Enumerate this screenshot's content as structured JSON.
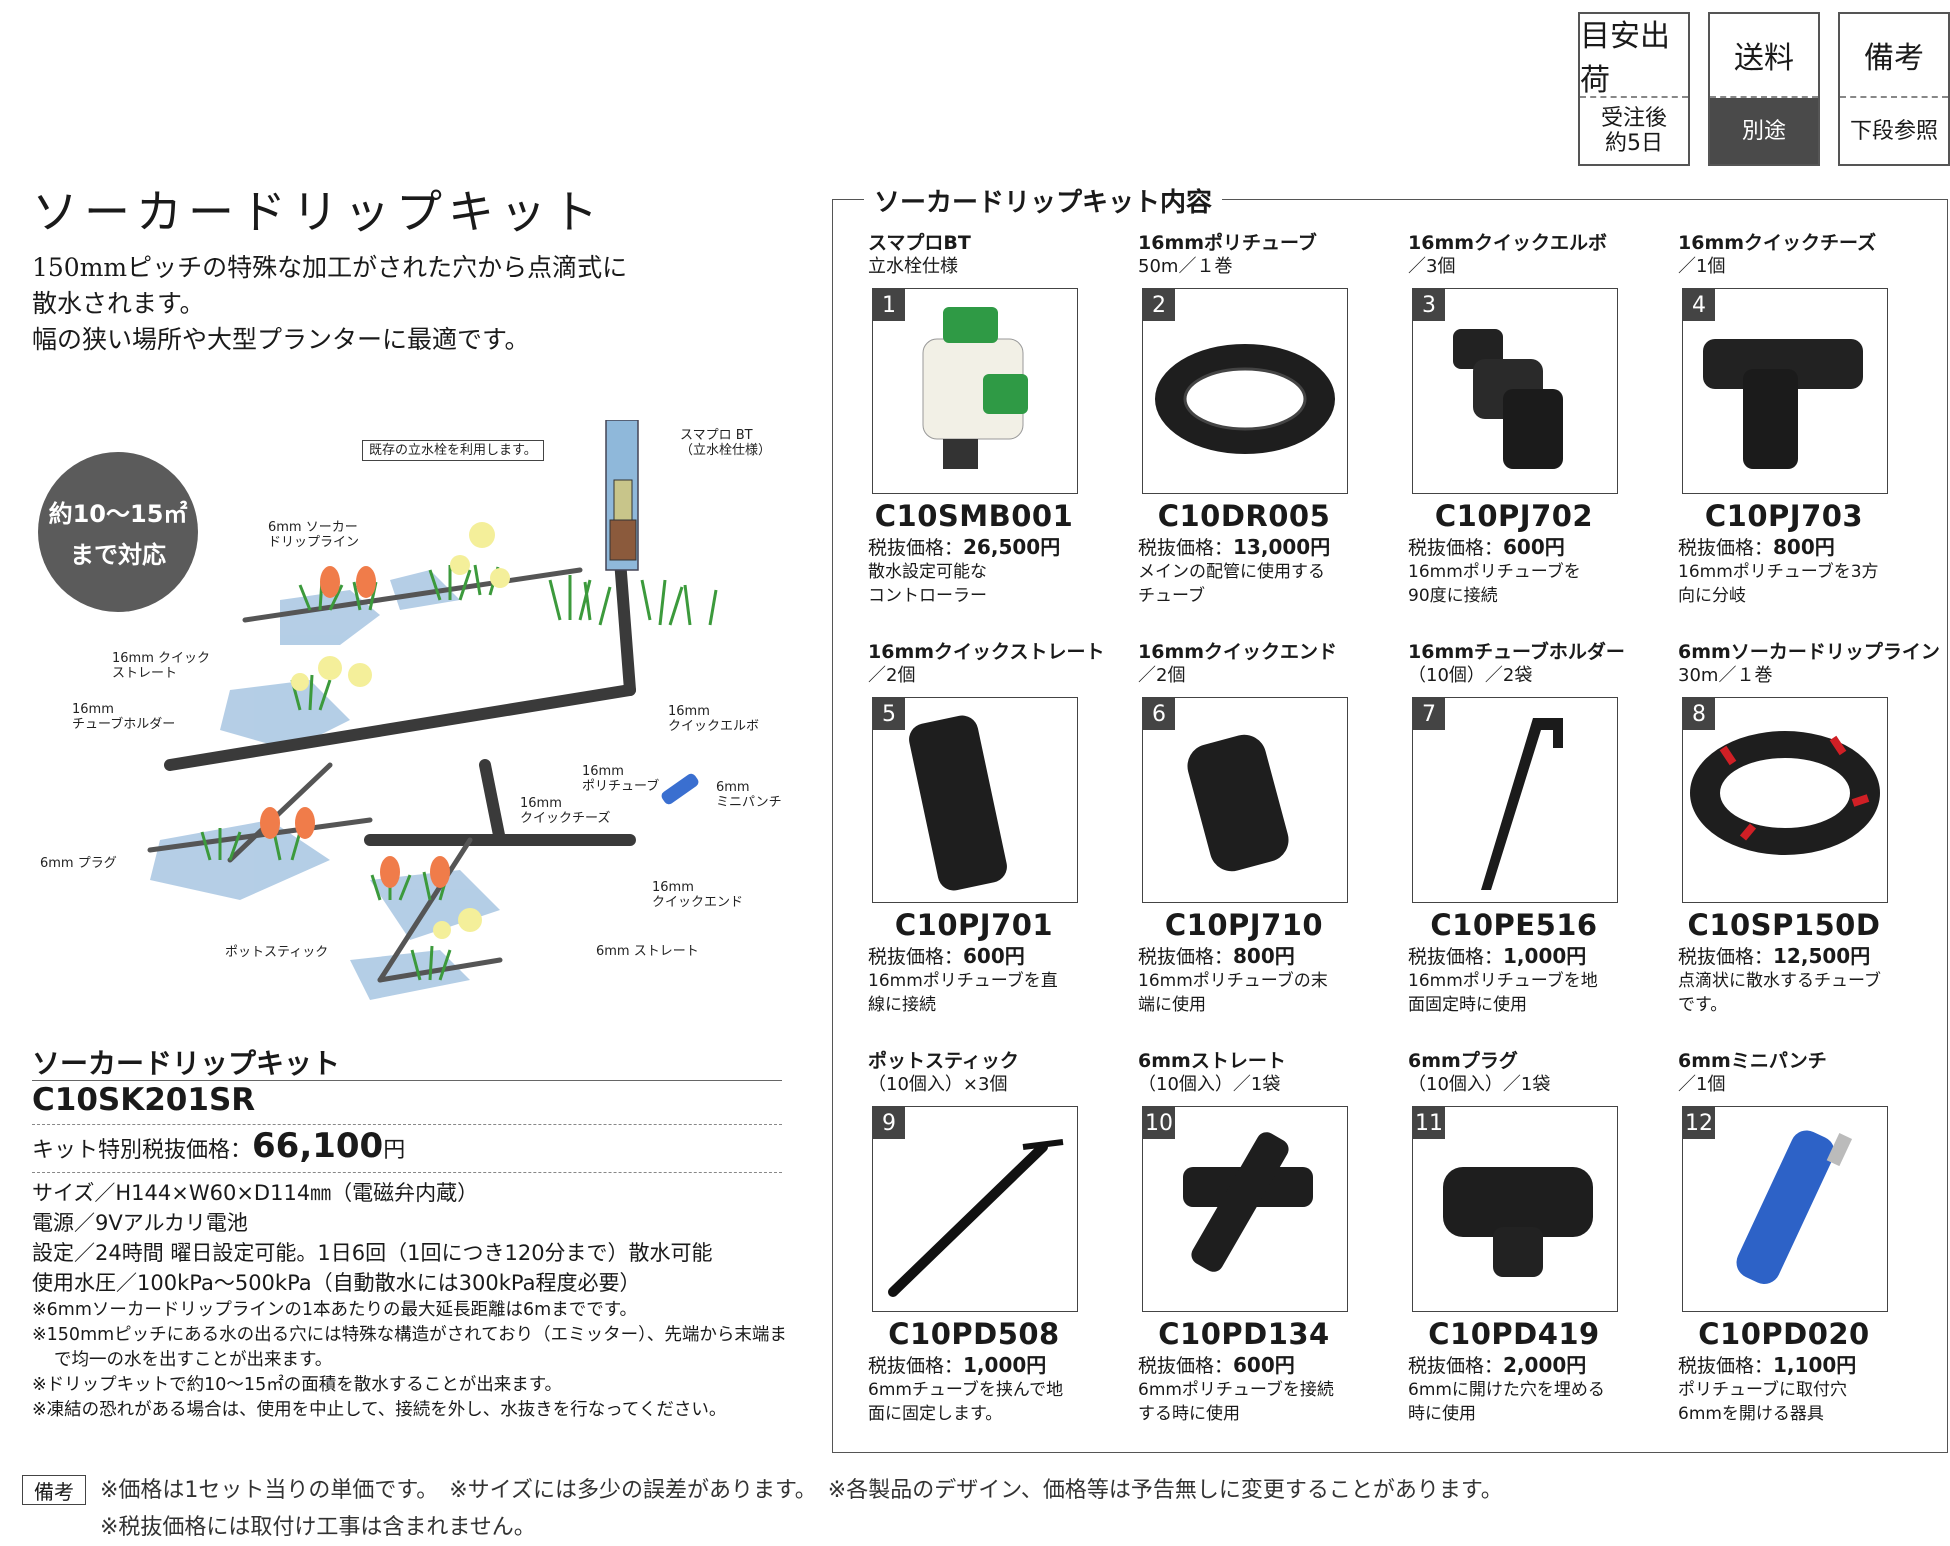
{
  "info": {
    "shipping_label": "目安出荷",
    "shipping_value": "受注後\n約5日",
    "postage_label": "送料",
    "postage_value": "別途",
    "remarks_label": "備考",
    "remarks_value": "下段参照"
  },
  "intro": {
    "title": "ソーカードリップキット",
    "desc_lines": [
      "150mmピッチの特殊な加工がされた穴から点滴式に",
      "散水されます。",
      "幅の狭い場所や大型プランターに最適です。"
    ],
    "badge_line1": "約10～15㎡",
    "badge_line2": "まで対応"
  },
  "diagram": {
    "labels": [
      "既存の立水栓を利用します。",
      "スマプロ BT\n（立水栓仕様）",
      "6mm ソーカー\nドリップライン",
      "16mm クイック\nストレート",
      "16mm\nチューブホルダー",
      "16mm\nクイックエルボ",
      "16mm\nポリチューブ",
      "16mm\nクイックチーズ",
      "6mm\nミニパンチ",
      "6mm プラグ",
      "16mm\nクイックエンド",
      "ポットスティック",
      "6mm ストレート"
    ]
  },
  "kit": {
    "name": "ソーカードリップキット",
    "code": "C10SK201SR",
    "price_label": "キット特別税抜価格：",
    "price_value": "66,100",
    "price_unit": "円",
    "specs": [
      "サイズ／H144×W60×D114㎜（電磁弁内蔵）",
      "電源／9Vアルカリ電池",
      "設定／24時間 曜日設定可能。1日6回（1回につき120分まで）散水可能",
      "使用水圧／100kPa～500kPa（自動散水には300kPa程度必要）"
    ],
    "notes": [
      "※6mmソーカードリップラインの1本あたりの最大延長距離は6mまでです。",
      "※150mmピッチにある水の出る穴には特殊な構造がされており（エミッター）、先端から末端まで均一の水を出すことが出来ます。",
      "※ドリップキットで約10～15㎡の面積を散水することが出来ます。",
      "※凍結の恐れがある場合は、使用を中止して、接続を外し、水抜きを行なってください。"
    ]
  },
  "contents": {
    "title": "ソーカードリップキット内容",
    "items": [
      {
        "num": "1",
        "name": "スマプロBT",
        "qty": "立水栓仕様",
        "code": "C10SMB001",
        "price_label": "税抜価格：",
        "price": "26,500円",
        "desc": "散水設定可能な\nコントローラー",
        "icon": "controller-image"
      },
      {
        "num": "2",
        "name": "16mmポリチューブ",
        "qty": "50m／１巻",
        "code": "C10DR005",
        "price_label": "税抜価格：",
        "price": "13,000円",
        "desc": "メインの配管に使用する\nチューブ",
        "icon": "tube-coil-image"
      },
      {
        "num": "3",
        "name": "16mmクイックエルボ",
        "qty": "／3個",
        "code": "C10PJ702",
        "price_label": "税抜価格：",
        "price": "600円",
        "desc": "16mmポリチューブを\n90度に接続",
        "icon": "elbow-fitting-image"
      },
      {
        "num": "4",
        "name": "16mmクイックチーズ",
        "qty": "／1個",
        "code": "C10PJ703",
        "price_label": "税抜価格：",
        "price": "800円",
        "desc": "16mmポリチューブを3方\n向に分岐",
        "icon": "tee-fitting-image"
      },
      {
        "num": "5",
        "name": "16mmクイックストレート",
        "qty": "／2個",
        "code": "C10PJ701",
        "price_label": "税抜価格：",
        "price": "600円",
        "desc": "16mmポリチューブを直\n線に接続",
        "icon": "straight-fitting-image"
      },
      {
        "num": "6",
        "name": "16mmクイックエンド",
        "qty": "／2個",
        "code": "C10PJ710",
        "price_label": "税抜価格：",
        "price": "800円",
        "desc": "16mmポリチューブの末\n端に使用",
        "icon": "end-cap-image"
      },
      {
        "num": "7",
        "name": "16mmチューブホルダー",
        "qty": "（10個）／2袋",
        "code": "C10PE516",
        "price_label": "税抜価格：",
        "price": "1,000円",
        "desc": "16mmポリチューブを地\n面固定時に使用",
        "icon": "tube-holder-image"
      },
      {
        "num": "8",
        "name": "6mmソーカードリップライン",
        "qty": "30m／１巻",
        "code": "C10SP150D",
        "price_label": "税抜価格：",
        "price": "12,500円",
        "desc": "点滴状に散水するチューブ\nです。",
        "icon": "drip-line-coil-image"
      },
      {
        "num": "9",
        "name": "ポットスティック",
        "qty": "（10個入）×3個",
        "code": "C10PD508",
        "price_label": "税抜価格：",
        "price": "1,000円",
        "desc": "6mmチューブを挟んで地\n面に固定します。",
        "icon": "pot-stick-image"
      },
      {
        "num": "10",
        "name": "6mmストレート",
        "qty": "（10個入）／1袋",
        "code": "C10PD134",
        "price_label": "税抜価格：",
        "price": "600円",
        "desc": "6mmポリチューブを接続\nする時に使用",
        "icon": "small-straight-image"
      },
      {
        "num": "11",
        "name": "6mmプラグ",
        "qty": "（10個入）／1袋",
        "code": "C10PD419",
        "price_label": "税抜価格：",
        "price": "2,000円",
        "desc": "6mmに開けた穴を埋める\n時に使用",
        "icon": "plug-image"
      },
      {
        "num": "12",
        "name": "6mmミニパンチ",
        "qty": "／1個",
        "code": "C10PD020",
        "price_label": "税抜価格：",
        "price": "1,100円",
        "desc": "ポリチューブに取付穴\n6mmを開ける器具",
        "icon": "mini-punch-image"
      }
    ]
  },
  "footer": {
    "label": "備考",
    "line1": "※価格は1セット当りの単価です。　※サイズには多少の誤差があります。　※各製品のデザイン、価格等は予告無しに変更することがあります。",
    "line2": "※税抜価格には取付け工事は含まれません。"
  }
}
